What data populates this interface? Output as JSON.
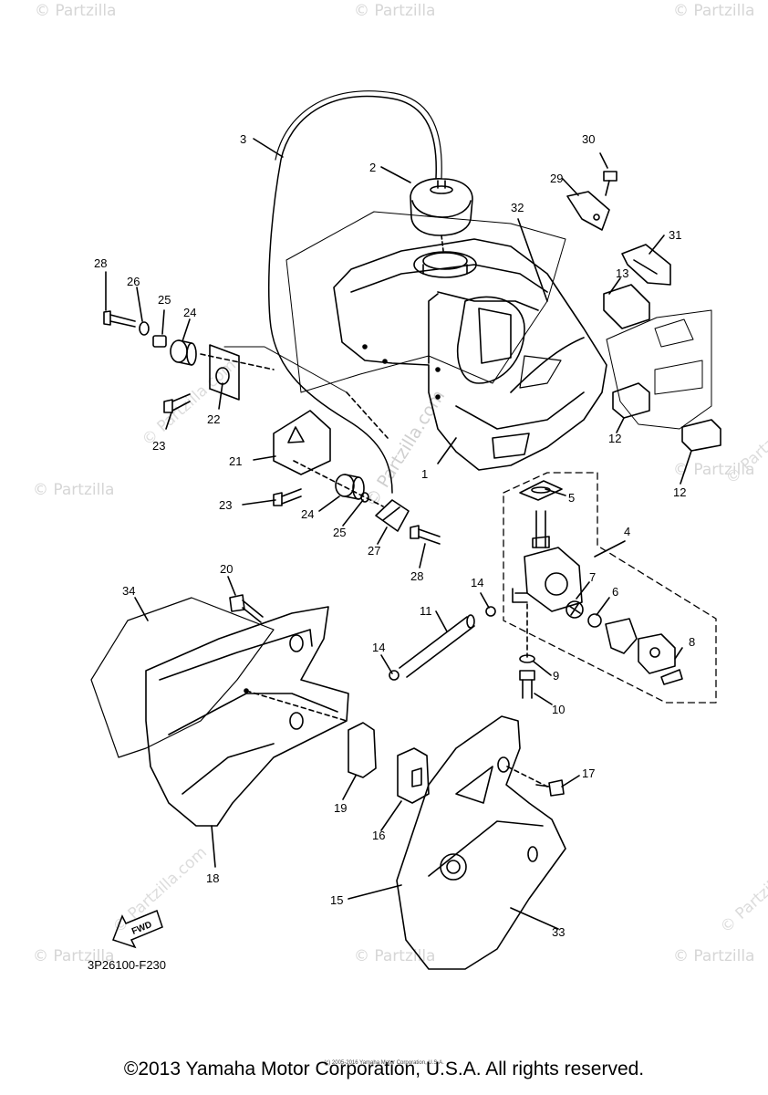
{
  "watermark": {
    "brand": "© Partzilla",
    "rotated": "© Partzilla.com"
  },
  "callouts": [
    "1",
    "2",
    "3",
    "4",
    "5",
    "6",
    "7",
    "8",
    "9",
    "10",
    "11",
    "12",
    "12",
    "13",
    "14",
    "14",
    "15",
    "16",
    "17",
    "18",
    "19",
    "20",
    "21",
    "22",
    "23",
    "23",
    "24",
    "24",
    "25",
    "25",
    "26",
    "27",
    "28",
    "28",
    "29",
    "30",
    "31",
    "32",
    "33",
    "34"
  ],
  "fwd_label": "FWD",
  "diagram_code": "3P26100-F230",
  "fine_print": "(c) 2005-2016 Yamaha Motor Corporation, U.S.A.",
  "copyright": "©2013 Yamaha Motor Corporation, U.S.A. All rights reserved."
}
